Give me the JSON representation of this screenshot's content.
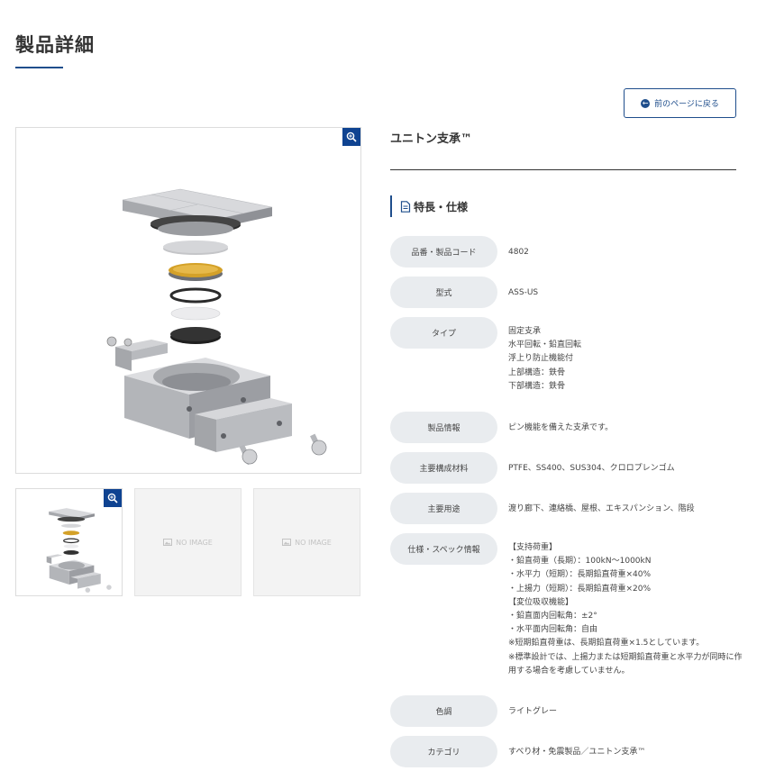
{
  "page": {
    "title": "製品詳細"
  },
  "back_button": {
    "label": "前のページに戻る"
  },
  "gallery": {
    "no_image_label": "NO IMAGE"
  },
  "product": {
    "name": "ユニトン支承™"
  },
  "section": {
    "title": "特長・仕様"
  },
  "specs": [
    {
      "key": "品番・製品コード",
      "value": "4802"
    },
    {
      "key": "型式",
      "value": "ASS-US"
    },
    {
      "key": "タイプ",
      "value": "固定支承\n水平回転・鉛直回転\n浮上り防止機能付\n上部構造：鉄骨\n下部構造：鉄骨"
    },
    {
      "key": "製品情報",
      "value": "ピン機能を備えた支承です。"
    },
    {
      "key": "主要構成材料",
      "value": "PTFE、SS400、SUS304、クロロプレンゴム"
    },
    {
      "key": "主要用途",
      "value": "渡り廊下、連絡橋、屋根、エキスパンション、階段"
    },
    {
      "key": "仕様・スペック情報",
      "value": "【支持荷重】\n・鉛直荷重（長期）：100kN〜1000kN\n・水平力（短期）：長期鉛直荷重×40%\n・上揚力（短期）：長期鉛直荷重×20%\n【変位吸収機能】\n・鉛直面内回転角：±2°\n・水平面内回転角：自由\n※短期鉛直荷重は、長期鉛直荷重×1.5としています。\n※標準設計では、上揚力または短期鉛直荷重と水平力が同時に作用する場合を考慮していません。"
    },
    {
      "key": "色調",
      "value": "ライトグレー"
    },
    {
      "key": "カテゴリ",
      "value": "すべり材・免震製品／ユニトン支承™"
    }
  ],
  "colors": {
    "accent": "#1f4e8c",
    "zoom_badge": "#0f4391",
    "key_bg": "#e9ecef"
  },
  "icons": [
    "zoom-in-icon",
    "arrow-left-circle-icon",
    "document-icon",
    "image-placeholder-icon"
  ]
}
